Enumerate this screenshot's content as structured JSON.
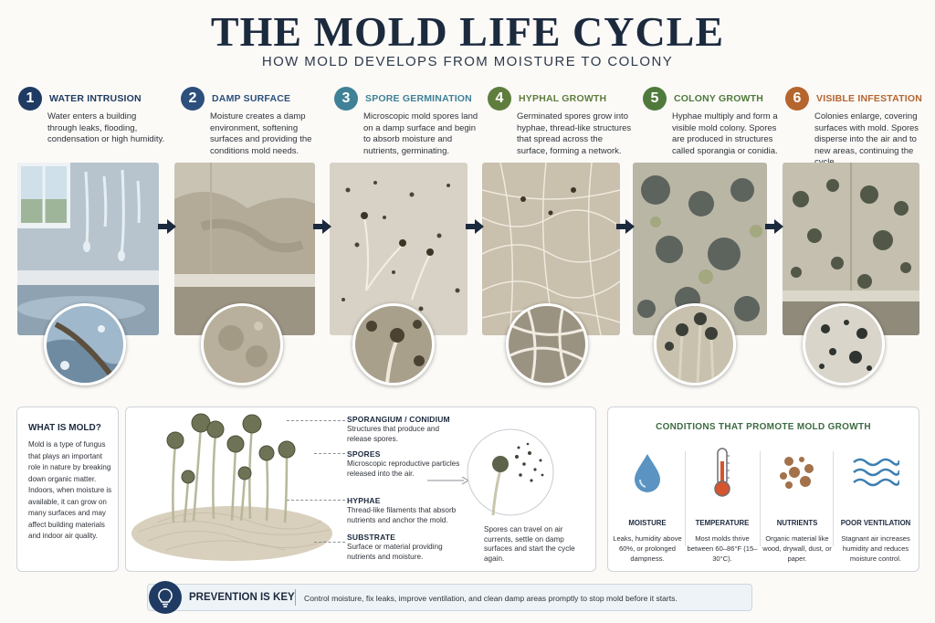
{
  "title": "THE MOLD LIFE CYCLE",
  "subtitle": "HOW MOLD DEVELOPS FROM MOISTURE TO COLONY",
  "stages": [
    {
      "number": "1",
      "name": "WATER INTRUSION",
      "color": "#1f3b63",
      "description": "Water enters a building through leaks, flooding, condensation or high humidity."
    },
    {
      "number": "2",
      "name": "DAMP SURFACE",
      "color": "#2c4f7c",
      "description": "Moisture creates a damp environment, softening surfaces and providing the conditions mold needs."
    },
    {
      "number": "3",
      "name": "SPORE GERMINATION",
      "color": "#3f8196",
      "description": "Microscopic mold spores land on a damp surface and begin to absorb moisture and nutrients, germinating."
    },
    {
      "number": "4",
      "name": "HYPHAL GROWTH",
      "color": "#5f7d3d",
      "description": "Germinated spores grow into hyphae, thread-like structures that spread across the surface, forming a network."
    },
    {
      "number": "5",
      "name": "COLONY GROWTH",
      "color": "#4f7a3c",
      "description": "Hyphae multiply and form a visible mold colony. Spores are produced in structures called sporangia or conidia."
    },
    {
      "number": "6",
      "name": "VISIBLE INFESTATION",
      "color": "#b5652e",
      "description": "Colonies enlarge, covering surfaces with mold. Spores disperse into the air and to new areas, continuing the cycle."
    }
  ],
  "what_is_mold": {
    "title": "WHAT IS MOLD?",
    "text": "Mold is a type of fungus that plays an important role in nature by breaking down organic matter. Indoors, when moisture is available, it can grow on many surfaces and may affect building materials and indoor air quality."
  },
  "anatomy": {
    "labels": [
      {
        "title": "SPORANGIUM / CONIDIUM",
        "text": "Structures that produce and release spores."
      },
      {
        "title": "SPORES",
        "text": "Microscopic reproductive particles released into the air."
      },
      {
        "title": "HYPHAE",
        "text": "Thread-like filaments that absorb nutrients and anchor the mold."
      },
      {
        "title": "SUBSTRATE",
        "text": "Surface or material providing nutrients and moisture."
      }
    ],
    "spore_note": "Spores can travel on air currents, settle on damp surfaces and start the cycle again."
  },
  "conditions": {
    "title": "CONDITIONS THAT PROMOTE MOLD GROWTH",
    "items": [
      {
        "name": "MOISTURE",
        "icon": "water-drop-icon",
        "text": "Leaks, humidity above 60%, or prolonged dampness."
      },
      {
        "name": "TEMPERATURE",
        "icon": "thermometer-icon",
        "text": "Most molds thrive between 60–86°F (15–30°C)."
      },
      {
        "name": "NUTRIENTS",
        "icon": "nutrient-particles-icon",
        "text": "Organic material like wood, drywall, dust, or paper."
      },
      {
        "name": "POOR VENTILATION",
        "icon": "air-waves-icon",
        "text": "Stagnant air increases humidity and reduces moisture control."
      }
    ]
  },
  "prevention": {
    "title": "PREVENTION IS KEY",
    "icon": "lightbulb-icon",
    "text": "Control moisture, fix leaks, improve ventilation, and clean damp areas promptly to stop mold before it starts."
  }
}
